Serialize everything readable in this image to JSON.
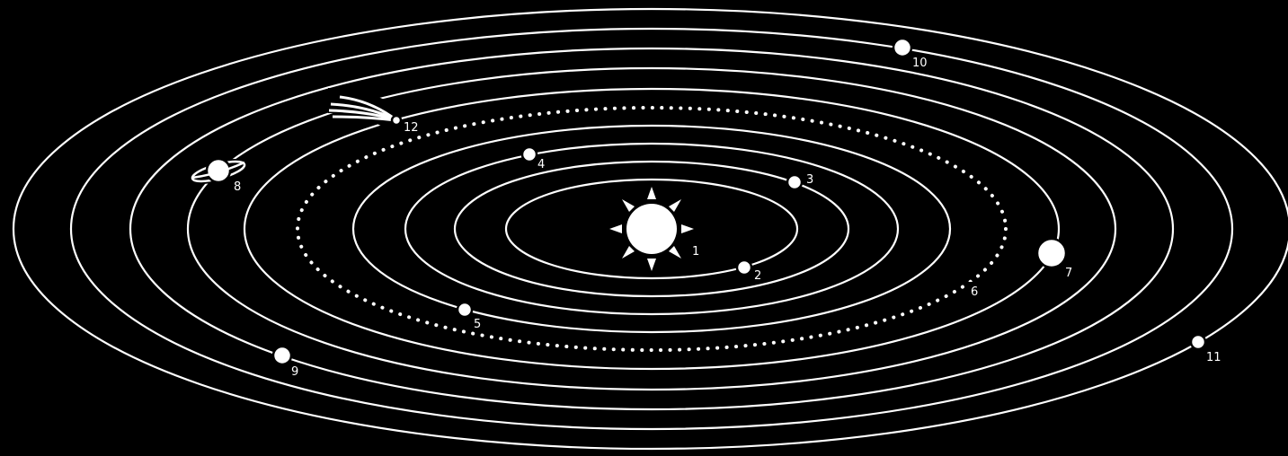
{
  "colors": {
    "background": "#000000",
    "foreground": "#ffffff"
  },
  "labels": {
    "sun": "1",
    "planet_2": "2",
    "planet_3": "3",
    "planet_4": "4",
    "planet_5": "5",
    "orbit_6": "6",
    "planet_7": "7",
    "ringed_planet": "8",
    "planet_9": "9",
    "planet_10": "10",
    "planet_11": "11",
    "comet": "12"
  },
  "icons": {
    "sun": "sun-icon",
    "ringed_planet": "ringed-planet-icon",
    "comet": "comet-icon"
  }
}
